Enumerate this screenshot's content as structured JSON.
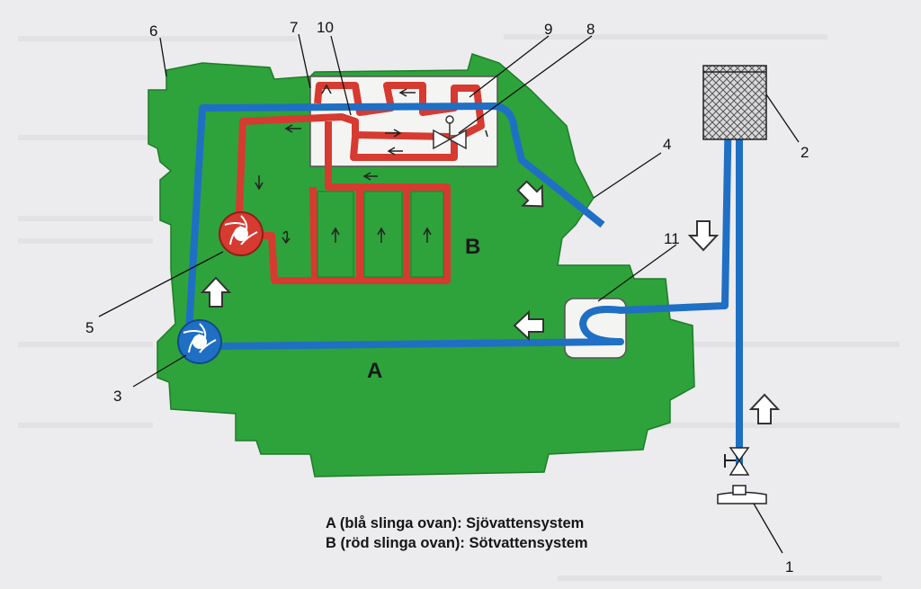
{
  "callouts": {
    "c1": "1",
    "c2": "2",
    "c3": "3",
    "c4": "4",
    "c5": "5",
    "c6": "6",
    "c7": "7",
    "c8": "8",
    "c9": "9",
    "c10": "10",
    "c11": "11"
  },
  "zones": {
    "a": "A",
    "b": "B"
  },
  "legend": {
    "line_a": "A (blå slinga ovan): Sjövattensystem",
    "line_b": "B (röd slinga ovan): Sötvattensystem"
  },
  "colors": {
    "engine": "#2ea33b",
    "sea_water": "#1f6fc4",
    "fresh_water": "#d63a30",
    "background": "#ecebed"
  },
  "icons": {
    "sea_pump": "impeller-pump-icon",
    "fresh_pump": "impeller-pump-icon",
    "thermostat": "thermostat-icon",
    "sea_valve": "valve-icon",
    "filter": "sea-water-filter-icon"
  }
}
